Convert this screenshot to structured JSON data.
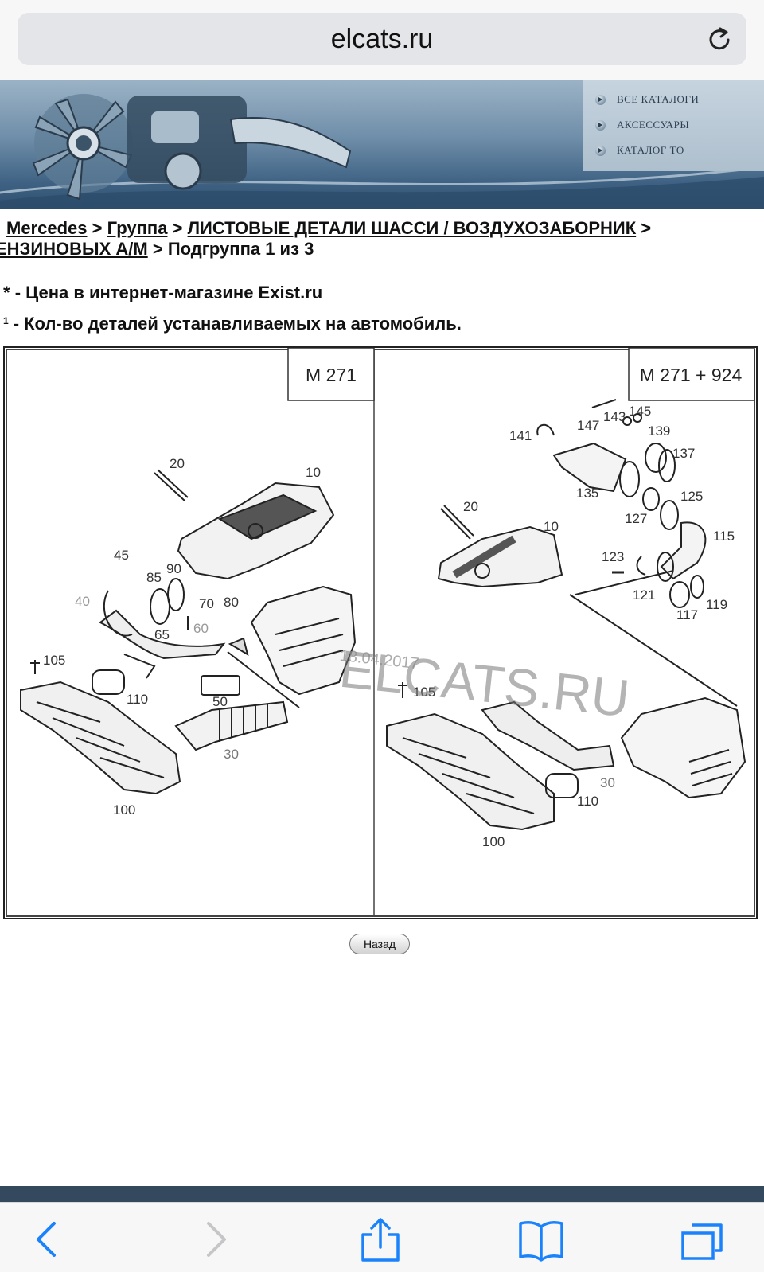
{
  "browser": {
    "url": "elcats.ru"
  },
  "site_menu": {
    "items": [
      "ВСЕ КАТАЛОГИ",
      "АКСЕССУАРЫ",
      "КАТАЛОГ ТО"
    ]
  },
  "breadcrumb": {
    "items": [
      "Mercedes",
      "Группа",
      "ЛИСТОВЫЕ ДЕТАЛИ ШАССИ / ВОЗДУХОЗАБОРНИК",
      "ЕНЗИНОВЫХ А/М"
    ],
    "separator": ">",
    "current": "Подгруппа 1 из 3"
  },
  "notes": {
    "price_mark": "*",
    "price_text": "- Цена в интернет-магазине Exist.ru",
    "qty_mark": "1",
    "qty_text": "- Кол-во деталей устанавливаемых на автомобиль."
  },
  "diagram": {
    "left_title": "M 271",
    "right_title": "M 271 + 924",
    "watermark": "ELCATS.RU",
    "date_stamp": "18.04.2017",
    "left_callouts": [
      "20",
      "10",
      "45",
      "85",
      "90",
      "40",
      "70",
      "80",
      "65",
      "60",
      "105",
      "110",
      "50",
      "30",
      "100"
    ],
    "right_callouts": [
      "145",
      "143",
      "147",
      "139",
      "141",
      "137",
      "135",
      "125",
      "20",
      "10",
      "127",
      "115",
      "123",
      "121",
      "119",
      "117",
      "105",
      "30",
      "110",
      "100"
    ]
  },
  "back_button": {
    "label": "Назад"
  },
  "toolbar": {
    "icons": [
      "back-icon",
      "forward-icon",
      "share-icon",
      "bookmarks-icon",
      "tabs-icon"
    ]
  },
  "colors": {
    "browser_chrome": "#f7f7f7",
    "url_field": "#e4e5e8",
    "ios_blue": "#1a82fb",
    "footer_strip": "#34495e",
    "banner_blue": "#4d7093"
  }
}
